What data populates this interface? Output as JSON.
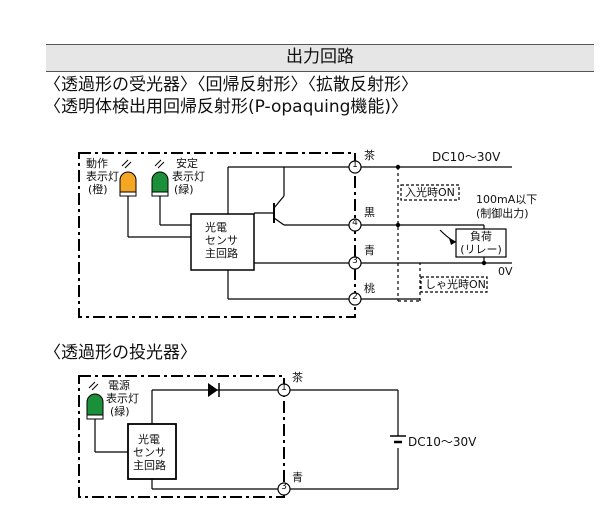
{
  "header": {
    "title": "出力回路"
  },
  "receiver_section": {
    "heading_line1": "〈透過形の受光器〉〈回帰反射形〉〈拡散反射形〉",
    "heading_line2": "〈透明体検出用回帰反射形(P-opaquing機能)〉",
    "operation_light_line1": "動作",
    "operation_light_line2": "表示灯",
    "operation_light_line3": "(橙)",
    "stable_light_line1": "安定",
    "stable_light_line2": "表示灯",
    "stable_light_line3": "(緑)",
    "circuit_line1": "光電",
    "circuit_line2": "センサ",
    "circuit_line3": "主回路",
    "terminals": [
      {
        "number": "1",
        "wire": "茶"
      },
      {
        "number": "4",
        "wire": "黒"
      },
      {
        "number": "3",
        "wire": "青"
      },
      {
        "number": "2",
        "wire": "桃"
      }
    ],
    "supply_label": "DC10～30V",
    "light_on_label": "入光時ON",
    "current_label_line1": "100mA以下",
    "current_label_line2": "(制御出力)",
    "load_line1": "負荷",
    "load_line2": "(リレー)",
    "zero_volt": "0V",
    "dark_on_label": "しゃ光時ON",
    "colors": {
      "orange_lamp": "#f5a623",
      "green_lamp": "#1c8f3a"
    }
  },
  "emitter_section": {
    "heading": "〈透過形の投光器〉",
    "power_light_line1": "電源",
    "power_light_line2": "表示灯",
    "power_light_line3": "(緑)",
    "circuit_line1": "光電",
    "circuit_line2": "センサ",
    "circuit_line3": "主回路",
    "terminals": [
      {
        "number": "1",
        "wire": "茶"
      },
      {
        "number": "3",
        "wire": "青"
      }
    ],
    "supply_label": "DC10～30V"
  }
}
